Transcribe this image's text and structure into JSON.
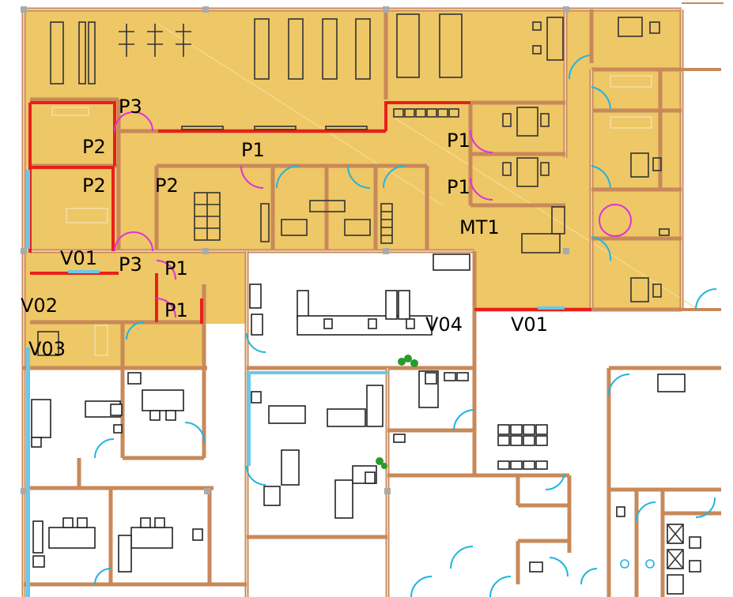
{
  "plan": {
    "title": "",
    "colors": {
      "zone_fill": "#eec766",
      "wall": "#c8895a",
      "fire_wall": "#e8201a",
      "door_swing_zone": "#e030d8",
      "door_swing": "#20b4e0",
      "glazing": "#6ac8e8",
      "plant": "#2a9a2a"
    },
    "labels": {
      "p3_top": "P3",
      "p2_upper": "P2",
      "p2_lower": "P2",
      "p2_room": "P2",
      "p1_corridor": "P1",
      "p1_right_upper": "P1",
      "p1_right_lower": "P1",
      "mt1": "MT1",
      "v01_left": "V01",
      "p3_lower": "P3",
      "p1_lower_upper": "P1",
      "p1_lower_lower": "P1",
      "v02": "V02",
      "v03": "V03",
      "v04": "V04",
      "v01_right": "V01"
    }
  }
}
